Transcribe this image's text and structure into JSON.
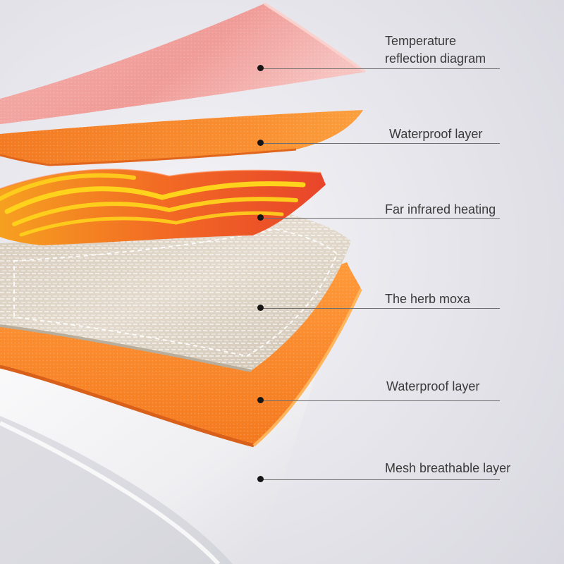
{
  "layers": [
    {
      "id": "temperature-reflection",
      "label": "Temperature\nreflection diagram",
      "color": "#f2a7a2"
    },
    {
      "id": "waterproof-top",
      "label": "Waterproof layer",
      "color": "#f58a2c"
    },
    {
      "id": "far-infrared-heating",
      "label": "Far infrared heating",
      "color": "#f04f22"
    },
    {
      "id": "herb-moxa",
      "label": "The herb moxa",
      "color": "#ddd3c4"
    },
    {
      "id": "waterproof-bottom",
      "label": "Waterproof layer",
      "color": "#f6852a"
    },
    {
      "id": "mesh-breathable",
      "label": "Mesh breathable layer",
      "color": "#f3f3f5"
    }
  ],
  "colors": {
    "background": "#e9e8ee",
    "leader_line": "#6f6f6f",
    "dot": "#161616",
    "heating_coil": "#ffd21c"
  }
}
